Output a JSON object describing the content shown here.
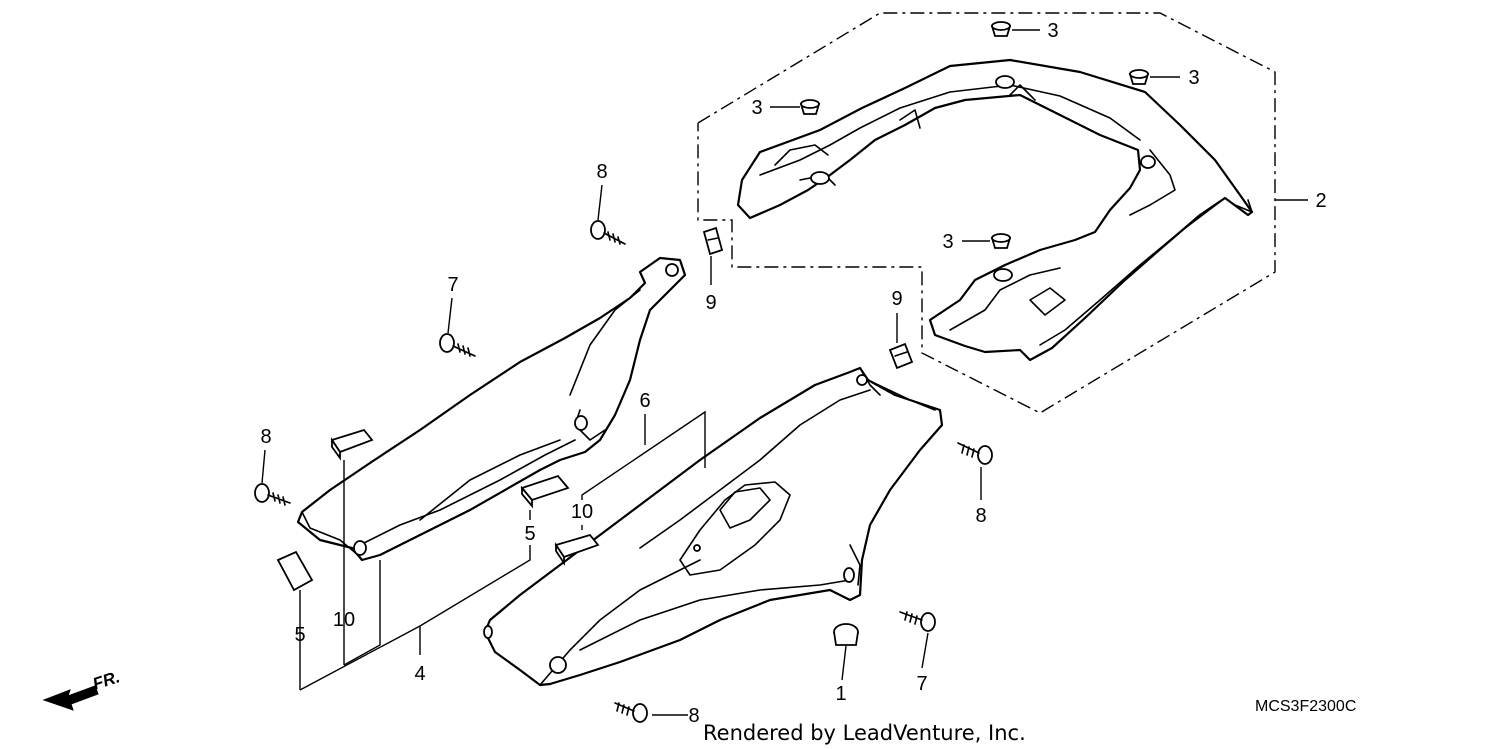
{
  "callouts": [
    {
      "num": "1"
    },
    {
      "num": "2"
    },
    {
      "num": "3"
    },
    {
      "num": "3"
    },
    {
      "num": "3"
    },
    {
      "num": "3"
    },
    {
      "num": "4"
    },
    {
      "num": "5"
    },
    {
      "num": "5"
    },
    {
      "num": "6"
    },
    {
      "num": "7"
    },
    {
      "num": "7"
    },
    {
      "num": "8"
    },
    {
      "num": "8"
    },
    {
      "num": "8"
    },
    {
      "num": "8"
    },
    {
      "num": "9"
    },
    {
      "num": "9"
    },
    {
      "num": "10"
    },
    {
      "num": "10"
    }
  ],
  "direction_label": "FR.",
  "diagram_code": "MCS3F2300C",
  "credit": "Rendered by LeadVenture, Inc."
}
